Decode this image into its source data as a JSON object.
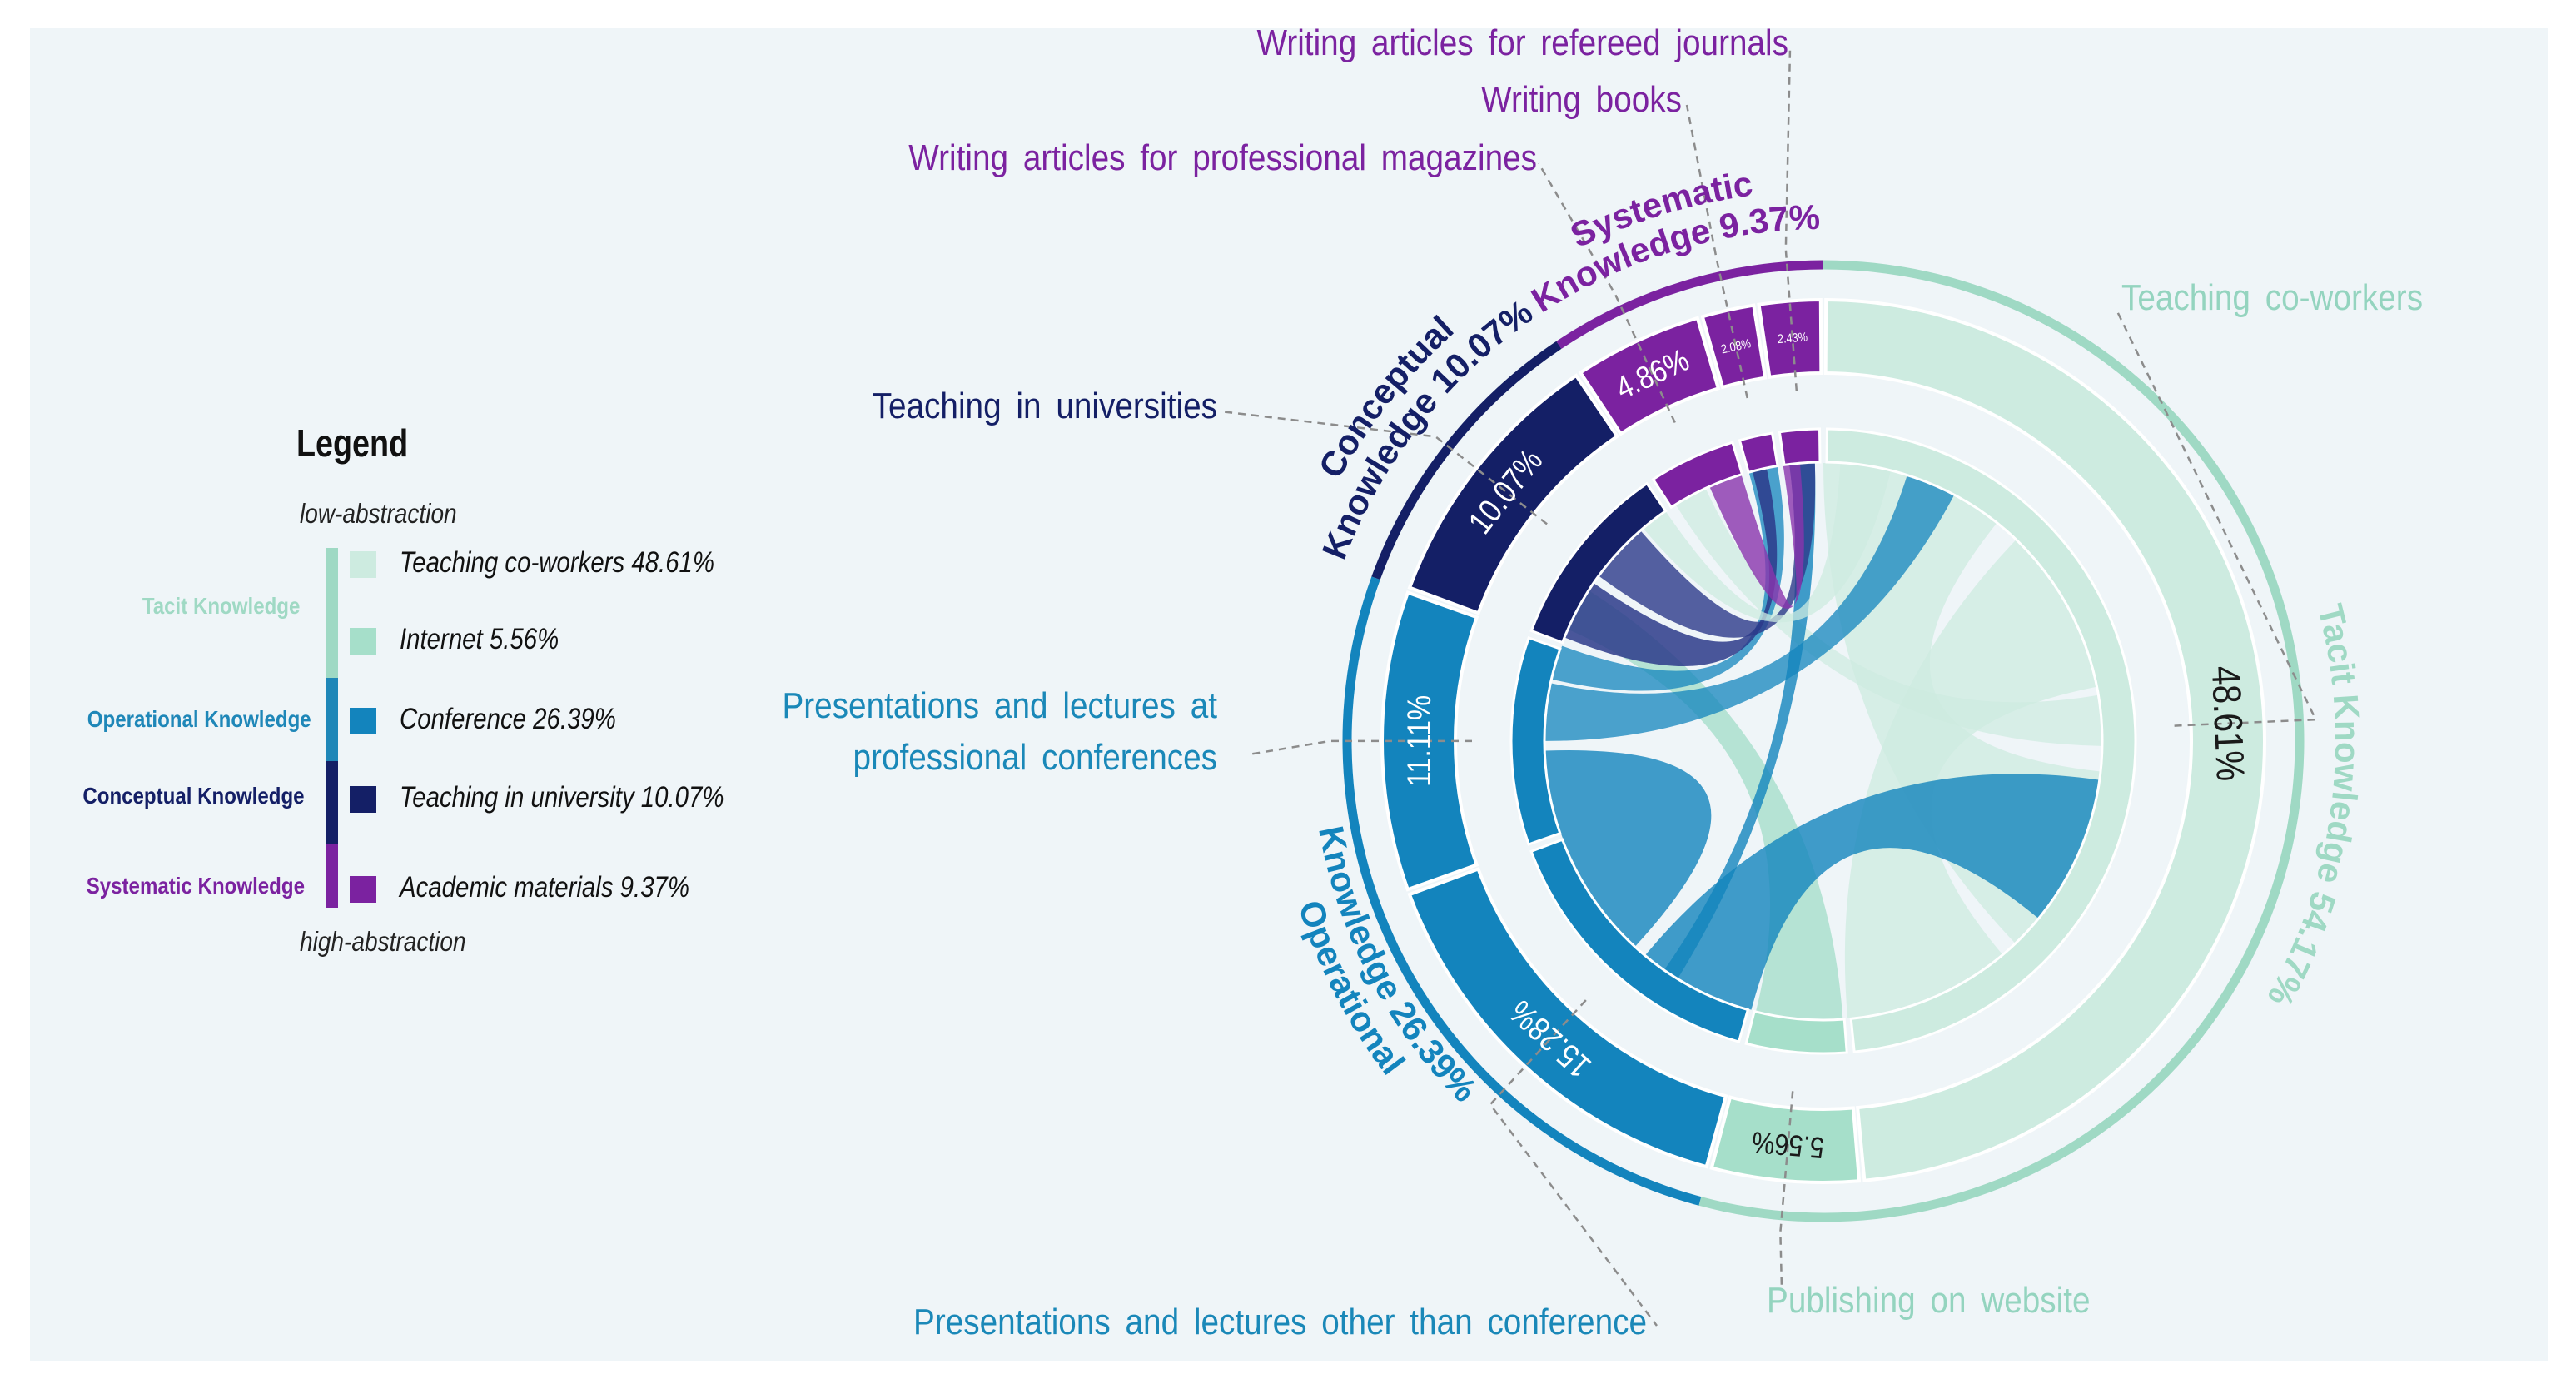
{
  "legend": {
    "title": "Legend",
    "low_note": "low-abstraction",
    "high_note": "high-abstraction",
    "groups": [
      {
        "label": "Tacit Knowledge",
        "color": "#9fd9c4"
      },
      {
        "label": "Operational Knowledge",
        "color": "#1f87b8"
      },
      {
        "label": "Conceptual Knowledge",
        "color": "#141f66"
      },
      {
        "label": "Systematic Knowledge",
        "color": "#7b22a0"
      }
    ],
    "items": [
      {
        "label": "Teaching co-workers 48.61%",
        "color": "#cdebe0"
      },
      {
        "label": "Internet 5.56%",
        "color": "#a6dfca"
      },
      {
        "label": "Conference 26.39%",
        "color": "#1384bd"
      },
      {
        "label": "Teaching in university 10.07%",
        "color": "#141f66"
      },
      {
        "label": "Academic materials 9.37%",
        "color": "#7b22a0"
      }
    ]
  },
  "categories": [
    {
      "label_lines": [
        "Tacit Knowledge 54.17%"
      ],
      "color": "#9fd9c4"
    },
    {
      "label_lines": [
        "Operational",
        "Knowledge 26.39%"
      ],
      "color": "#1384bd"
    },
    {
      "label_lines": [
        "Conceptual",
        "Knowledge 10.07%"
      ],
      "color": "#141f66"
    },
    {
      "label_lines": [
        "Systematic",
        "Knowledge 9.37%"
      ],
      "color": "#7b22a0"
    }
  ],
  "segments": [
    {
      "pct": 48.61,
      "label": "48.61%",
      "color": "#cdebe0",
      "text_color": "#1a1a1a"
    },
    {
      "pct": 5.56,
      "label": "5.56%",
      "color": "#a6dfca",
      "text_color": "#1a1a1a"
    },
    {
      "pct": 15.28,
      "label": "15.28%",
      "color": "#1384bd",
      "text_color": "#ffffff"
    },
    {
      "pct": 11.11,
      "label": "11.11%",
      "color": "#1384bd",
      "text_color": "#ffffff"
    },
    {
      "pct": 10.07,
      "label": "10.07%",
      "color": "#141f66",
      "text_color": "#ffffff"
    },
    {
      "pct": 4.86,
      "label": "4.86%",
      "color": "#7b22a0",
      "text_color": "#ffffff"
    },
    {
      "pct": 2.08,
      "label": "2.08%",
      "color": "#7b22a0",
      "text_color": "#ffffff"
    },
    {
      "pct": 2.43,
      "label": "2.43%",
      "color": "#7b22a0",
      "text_color": "#ffffff"
    }
  ],
  "callouts": [
    {
      "text": "Teaching co-workers",
      "color": "#94d4bf"
    },
    {
      "text": "Publishing on website",
      "color": "#94d4bf"
    },
    {
      "text": "Presentations and lectures other than conference",
      "color": "#1a88b8"
    },
    {
      "text": "Presentations and lectures at professional conferences",
      "color": "#1a88b8"
    },
    {
      "text": "Teaching in universities",
      "color": "#141f66"
    },
    {
      "text": "Writing articles for professional magazines",
      "color": "#7b22a0"
    },
    {
      "text": "Writing books",
      "color": "#7b22a0"
    },
    {
      "text": "Writing articles for refereed journals",
      "color": "#7b22a0"
    }
  ]
}
